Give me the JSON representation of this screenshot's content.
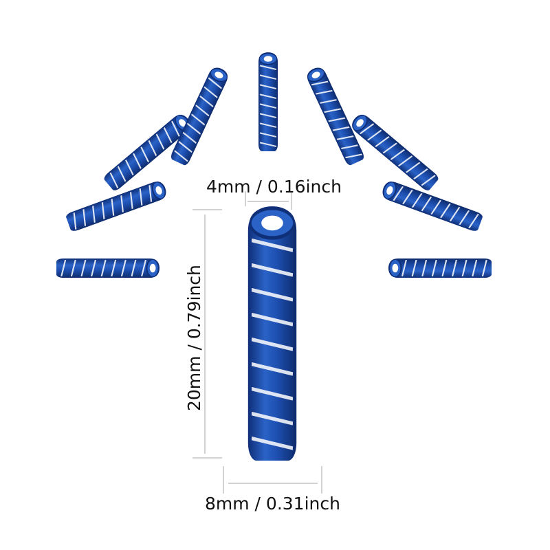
{
  "image": {
    "subject": "blue compression springs product photo",
    "spring_color": "#1e4fa8",
    "spring_count": 9,
    "background": "#ffffff"
  },
  "dimensions": {
    "inner_diameter": "4mm / 0.16inch",
    "length": "20mm / 0.79inch",
    "outer_diameter": "8mm / 0.31inch"
  }
}
